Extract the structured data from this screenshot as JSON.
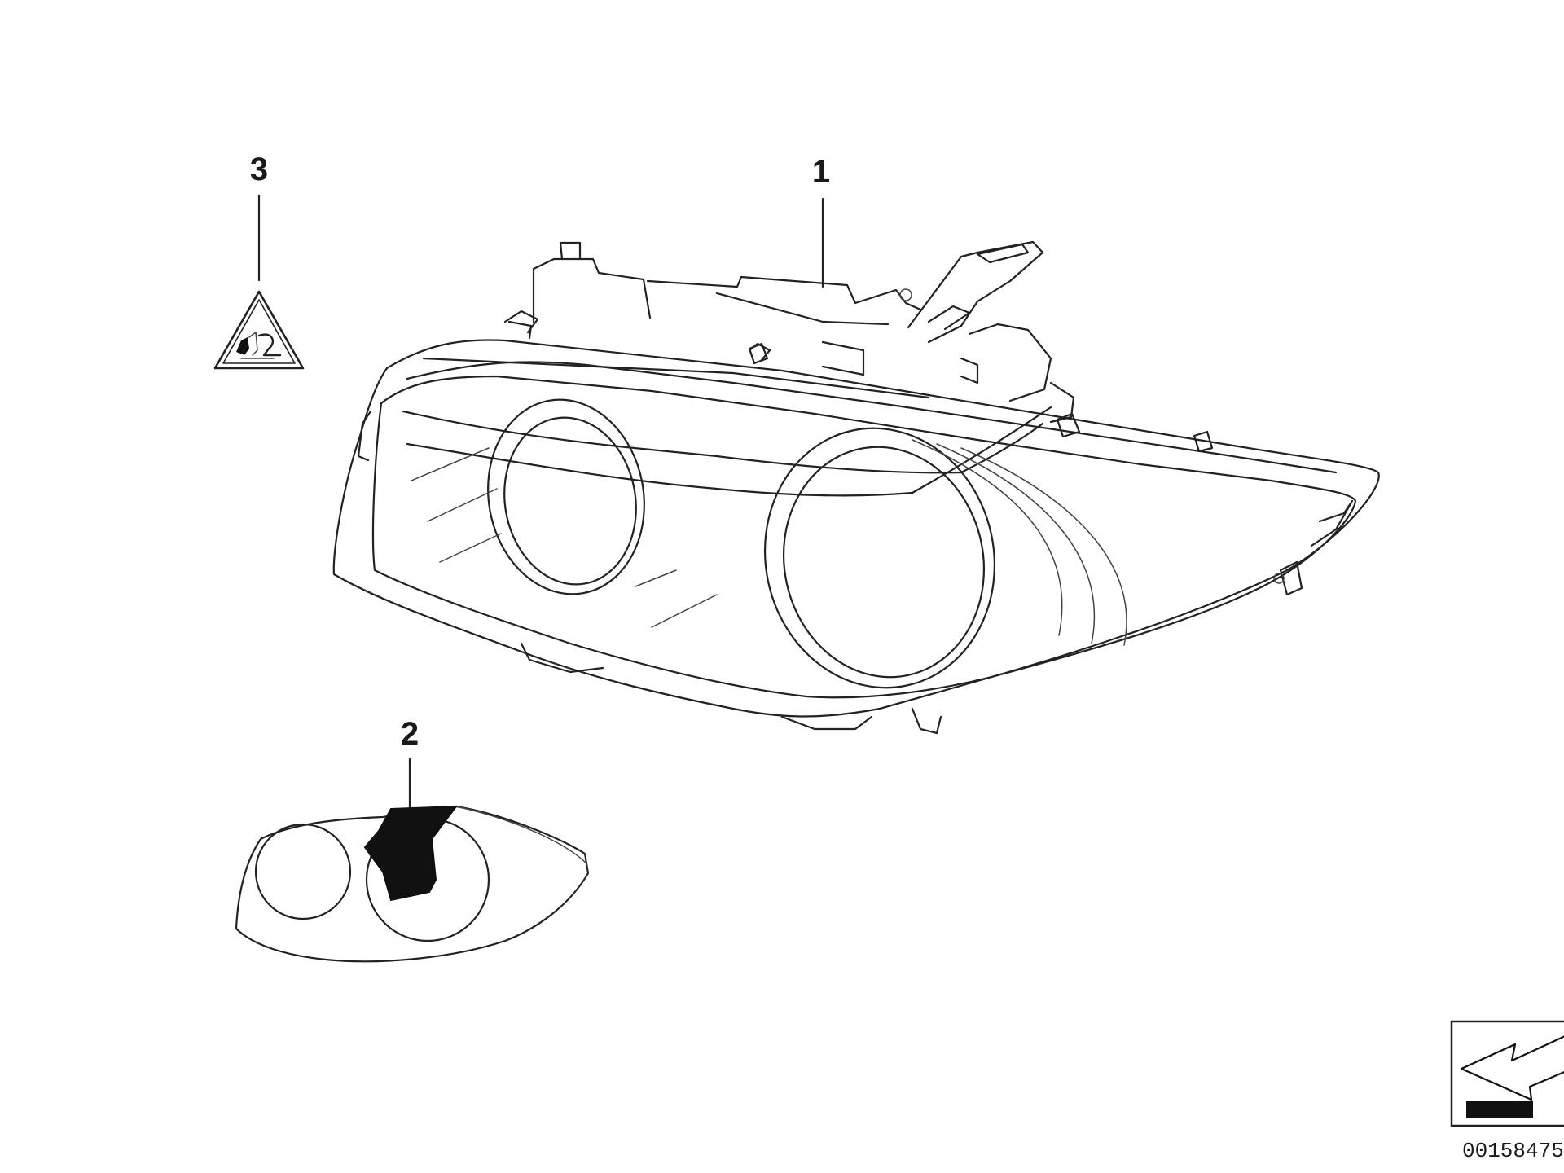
{
  "callouts": [
    {
      "id": "1",
      "label": "1",
      "part": "headlight-assembly"
    },
    {
      "id": "2",
      "label": "2",
      "part": "lens-cover"
    },
    {
      "id": "3",
      "label": "3",
      "part": "warning-label"
    }
  ],
  "reference_number": "00158475",
  "icons": {
    "warning_label": "warning-triangle-icon",
    "orientation": "orientation-arrow-icon"
  },
  "colors": {
    "line": "#222222",
    "background": "#ffffff"
  }
}
